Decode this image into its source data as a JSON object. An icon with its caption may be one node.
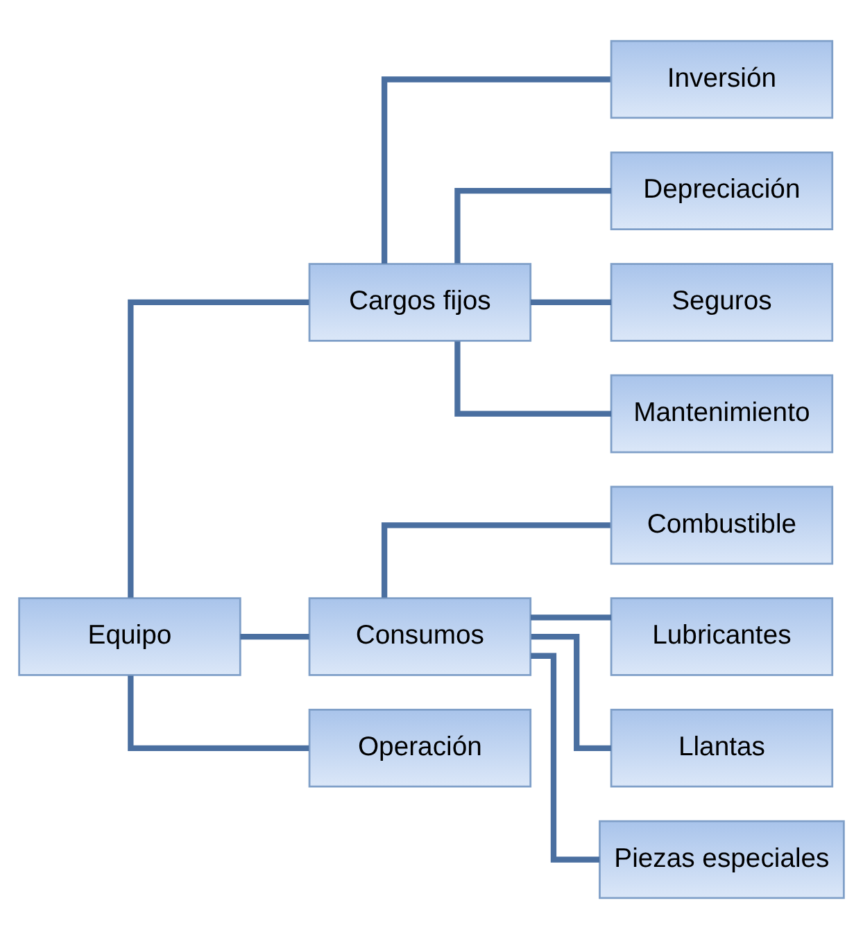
{
  "diagram": {
    "nodes": [
      {
        "text": [
          "Equipo"
        ]
      },
      {
        "text": [
          "Cargos fijos"
        ]
      },
      {
        "text": [
          "Consumos"
        ]
      },
      {
        "text": [
          "Operación"
        ]
      },
      {
        "text": [
          "Inversión"
        ]
      },
      {
        "text": [
          "Depreciación"
        ]
      },
      {
        "text": [
          "Seguros"
        ]
      },
      {
        "text": [
          "Mantenimiento"
        ]
      },
      {
        "text": [
          "Combustible"
        ]
      },
      {
        "text": [
          "Lubricantes"
        ]
      },
      {
        "text": [
          "Llantas"
        ]
      },
      {
        "text": [
          "Piezas especiales"
        ]
      }
    ],
    "edges": [
      {
        "from": 0,
        "to": 1,
        "arrow": "none"
      },
      {
        "from": 0,
        "to": 2,
        "arrow": "none"
      },
      {
        "from": 0,
        "to": 3,
        "arrow": "none"
      },
      {
        "from": 1,
        "to": 4,
        "arrow": "none"
      },
      {
        "from": 1,
        "to": 5,
        "arrow": "none"
      },
      {
        "from": 1,
        "to": 6,
        "arrow": "none"
      },
      {
        "from": 1,
        "to": 7,
        "arrow": "none"
      },
      {
        "from": 2,
        "to": 8,
        "arrow": "none"
      },
      {
        "from": 2,
        "to": 9,
        "arrow": "none"
      },
      {
        "from": 2,
        "to": 10,
        "arrow": "none"
      },
      {
        "from": 2,
        "to": 11,
        "arrow": "none"
      }
    ]
  }
}
